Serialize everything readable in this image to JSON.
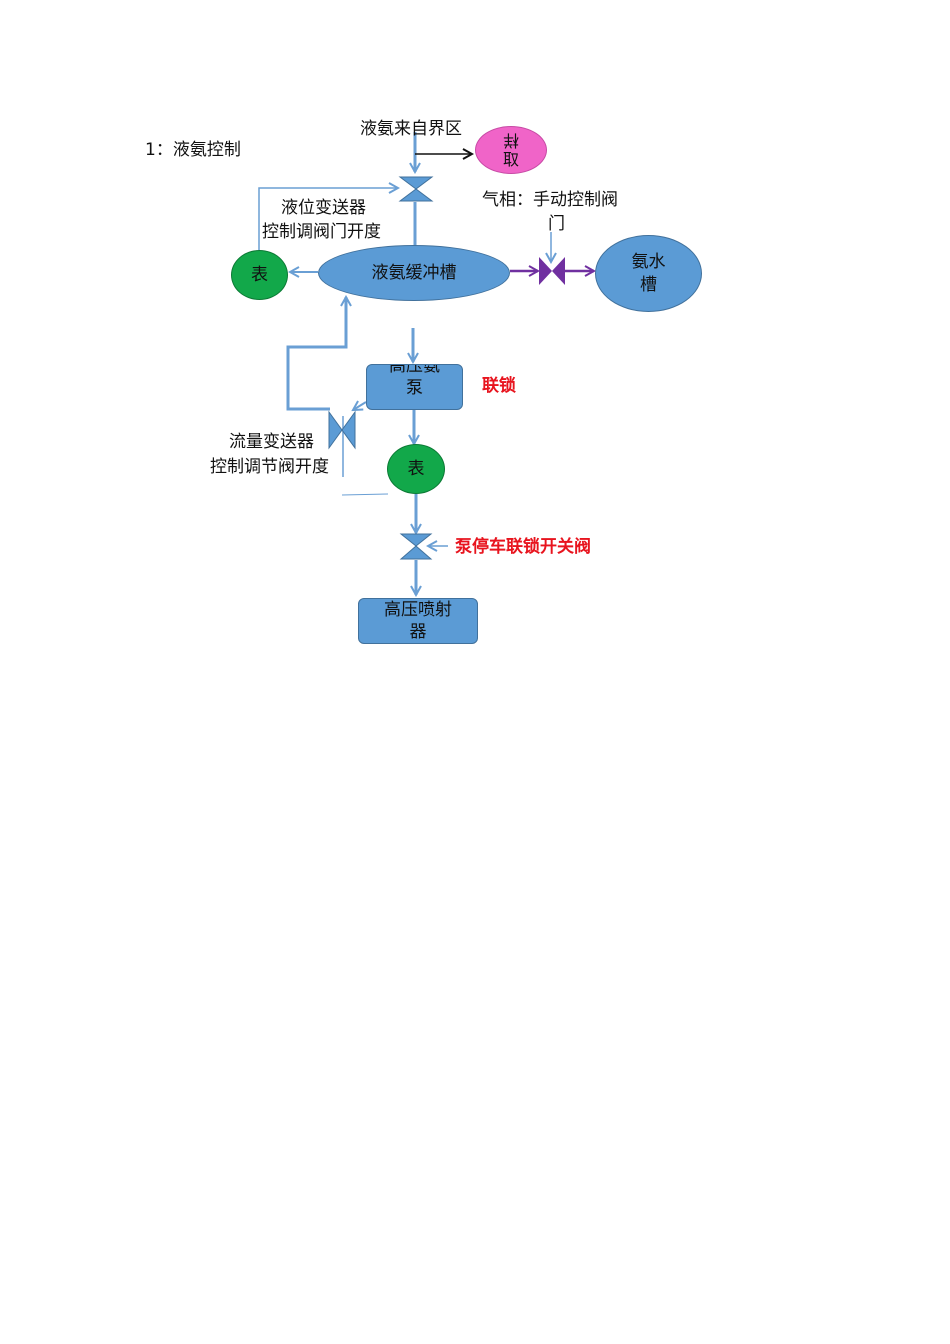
{
  "section_title": "1：液氨控制",
  "labels": {
    "source": "液氨来自界区",
    "level_transmitter_1": "液位变送器",
    "level_transmitter_2": "控制调阀门开度",
    "gas_phase_1": "气相：手动控制阀",
    "gas_phase_2": "门",
    "flow_transmitter_1": "流量变送器",
    "flow_transmitter_2": "控制调节阀开度",
    "interlock": "联锁",
    "pump_stop_valve": "泵停车联锁开关阀"
  },
  "nodes": {
    "sampling_1": "样",
    "sampling_2": "取",
    "meter_top": "表",
    "buffer_tank": "液氨缓冲槽",
    "ammonia_water_1": "氨水",
    "ammonia_water_2": "槽",
    "pump_1": "高压氨",
    "pump_2": "泵",
    "meter_bottom": "表",
    "ejector_1": "高压喷射",
    "ejector_2": "器"
  },
  "colors": {
    "line_blue": "#6a9fd4",
    "valve_blue": "#5b9bd5",
    "valve_purple": "#7030a0",
    "meter_green": "#12a84a",
    "sample_pink": "#f064c8",
    "interlock_red": "#e8141e"
  }
}
